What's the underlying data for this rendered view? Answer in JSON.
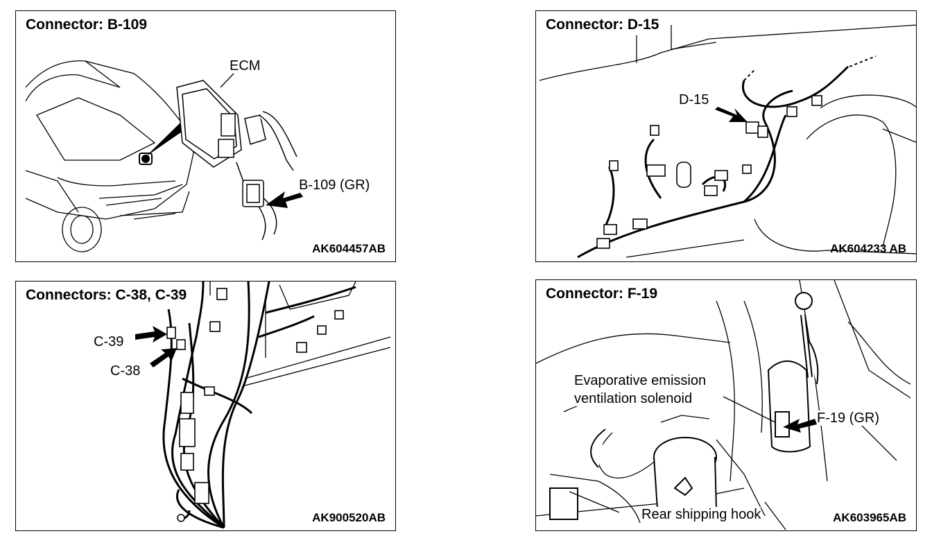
{
  "panels": {
    "b109": {
      "title": "Connector: B-109",
      "ecm_label": "ECM",
      "connector_label": "B-109 (GR)",
      "code": "AK604457AB"
    },
    "d15": {
      "title": "Connector: D-15",
      "connector_label": "D-15",
      "code": "AK604233 AB"
    },
    "c38": {
      "title": "Connectors: C-38, C-39",
      "c39_label": "C-39",
      "c38_label": "C-38",
      "code": "AK900520AB"
    },
    "f19": {
      "title": "Connector: F-19",
      "solenoid_label_line1": "Evaporative emission",
      "solenoid_label_line2": "ventilation solenoid",
      "connector_label": "F-19 (GR)",
      "hook_label": "Rear shipping hook",
      "code": "AK603965AB"
    }
  }
}
